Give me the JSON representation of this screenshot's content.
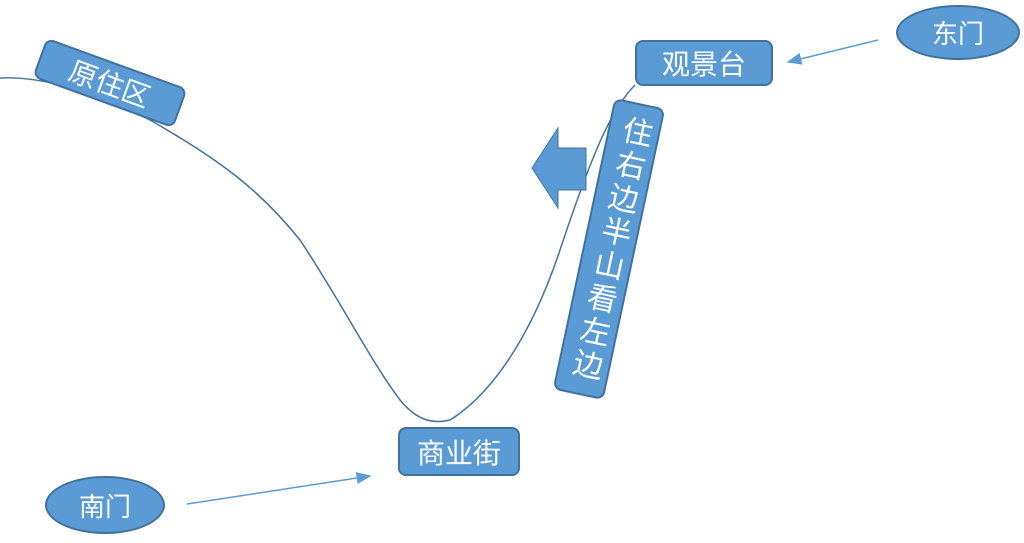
{
  "labels": {
    "residential": "原住区",
    "viewpoint": "观景台",
    "stay_right": "住右边半山看左边",
    "street": "商业街",
    "south_gate": "南门",
    "east_gate": "东门"
  },
  "colors": {
    "fill": "#5b9bd5",
    "border": "#41719c",
    "line": "#5b9bd5"
  }
}
